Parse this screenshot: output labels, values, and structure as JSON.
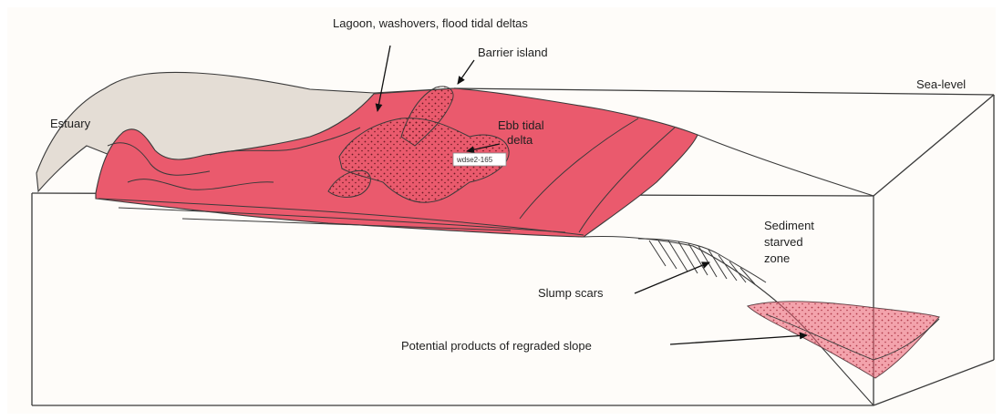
{
  "labels": {
    "lagoon": "Lagoon, washovers, flood tidal deltas",
    "barrier_island": "Barrier island",
    "sea_level": "Sea-level",
    "estuary": "Estuary",
    "ebb_tidal_delta_line1": "Ebb tidal",
    "ebb_tidal_delta_line2": "delta",
    "tag": "wdse2-165",
    "sediment_starved_line1": "Sediment",
    "sediment_starved_line2": "starved",
    "sediment_starved_line3": "zone",
    "slump_scars": "Slump scars",
    "regraded_slope": "Potential products of regraded slope"
  },
  "colors": {
    "paper": "#fefcf9",
    "sediment_pink": "#ea5a6d",
    "land_grey": "#e4ddd5",
    "line": "#3a3a3a",
    "stipple": "#6b1a22"
  }
}
